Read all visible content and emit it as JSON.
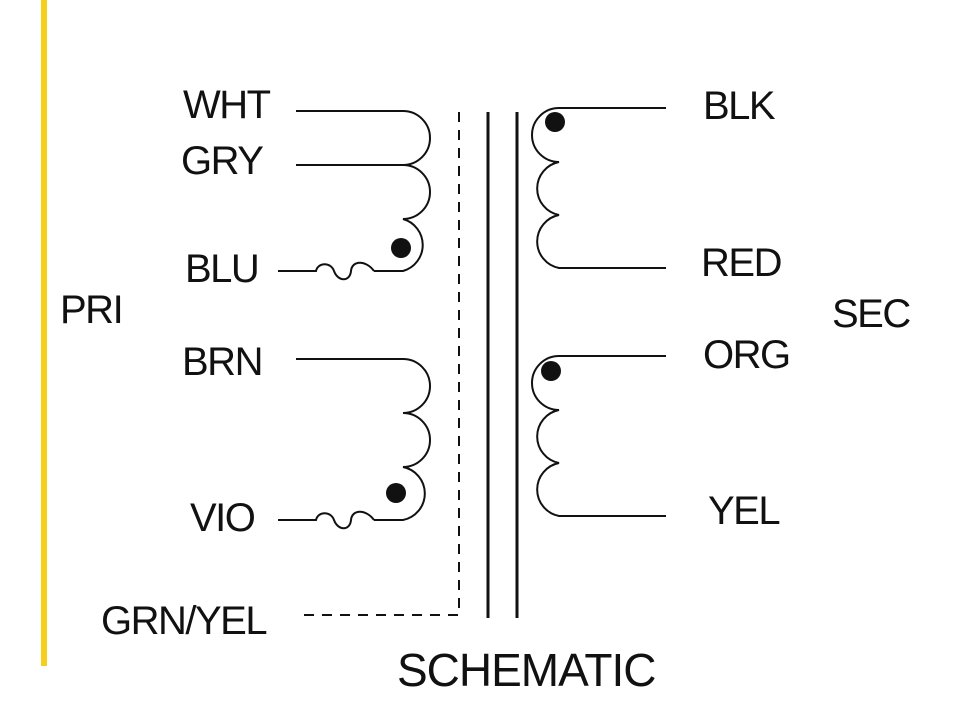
{
  "accent_color": "#f5cf1c",
  "side_labels": {
    "primary": "PRI",
    "secondary": "SEC"
  },
  "primary_leads": {
    "wht": "WHT",
    "gry": "GRY",
    "blu": "BLU",
    "brn": "BRN",
    "vio": "VIO",
    "ground": "GRN/YEL"
  },
  "secondary_leads": {
    "blk": "BLK",
    "red": "RED",
    "org": "ORG",
    "yel": "YEL"
  },
  "title": "SCHEMATIC"
}
